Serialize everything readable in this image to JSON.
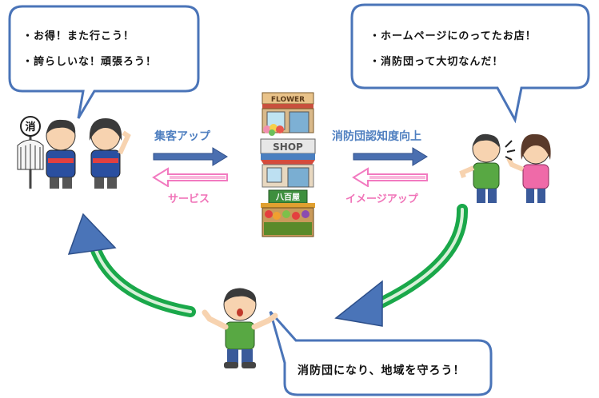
{
  "bubbles": {
    "top_left": {
      "line1": "・お得！また行こう！",
      "line2": "・誇らしいな！頑張ろう！"
    },
    "top_right": {
      "line1": "・ホームページにのってたお店！",
      "line2": "・消防団って大切なんだ！"
    },
    "bottom": {
      "text": "消防団になり、地域を守ろう！"
    }
  },
  "arrows": {
    "left_top": "集客アップ",
    "left_bottom": "サービス",
    "right_top": "消防団認知度向上",
    "right_bottom": "イメージアップ"
  },
  "shops": {
    "flower": "FLOWER",
    "shop": "SHOP",
    "yaoya": "八百屋"
  },
  "badge": "消",
  "colors": {
    "bubble_border": "#4a74b8",
    "arrow_blue": "#4a6fb0",
    "arrow_pink": "#f27ac0",
    "cycle_green": "#1aa84a",
    "cycle_head": "#4a74b8"
  }
}
